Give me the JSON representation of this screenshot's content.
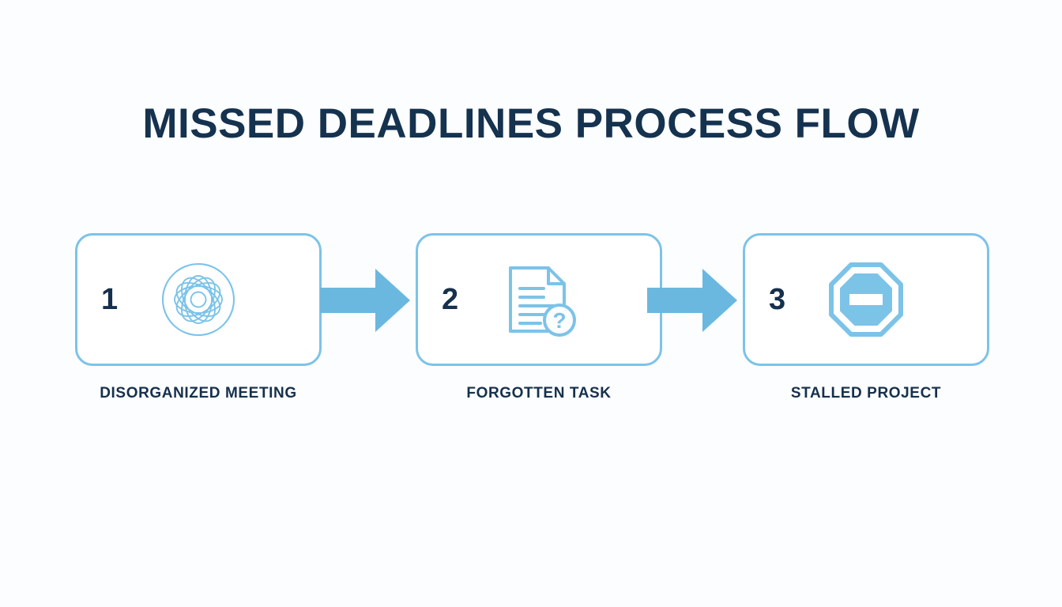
{
  "page": {
    "title": "MISSED DEADLINES PROCESS FLOW",
    "background_color": "#fcfdfe",
    "accent_color": "#7cc3e8",
    "arrow_color": "#6ab8e0",
    "text_color": "#16304d"
  },
  "steps": [
    {
      "number": "1",
      "label": "DISORGANIZED MEETING",
      "icon": "tangled-rosette-icon"
    },
    {
      "number": "2",
      "label": "FORGOTTEN TASK",
      "icon": "document-question-icon"
    },
    {
      "number": "3",
      "label": "STALLED PROJECT",
      "icon": "stop-sign-icon"
    }
  ],
  "connectors": [
    {
      "name": "arrow-right-icon"
    },
    {
      "name": "arrow-right-icon"
    }
  ]
}
